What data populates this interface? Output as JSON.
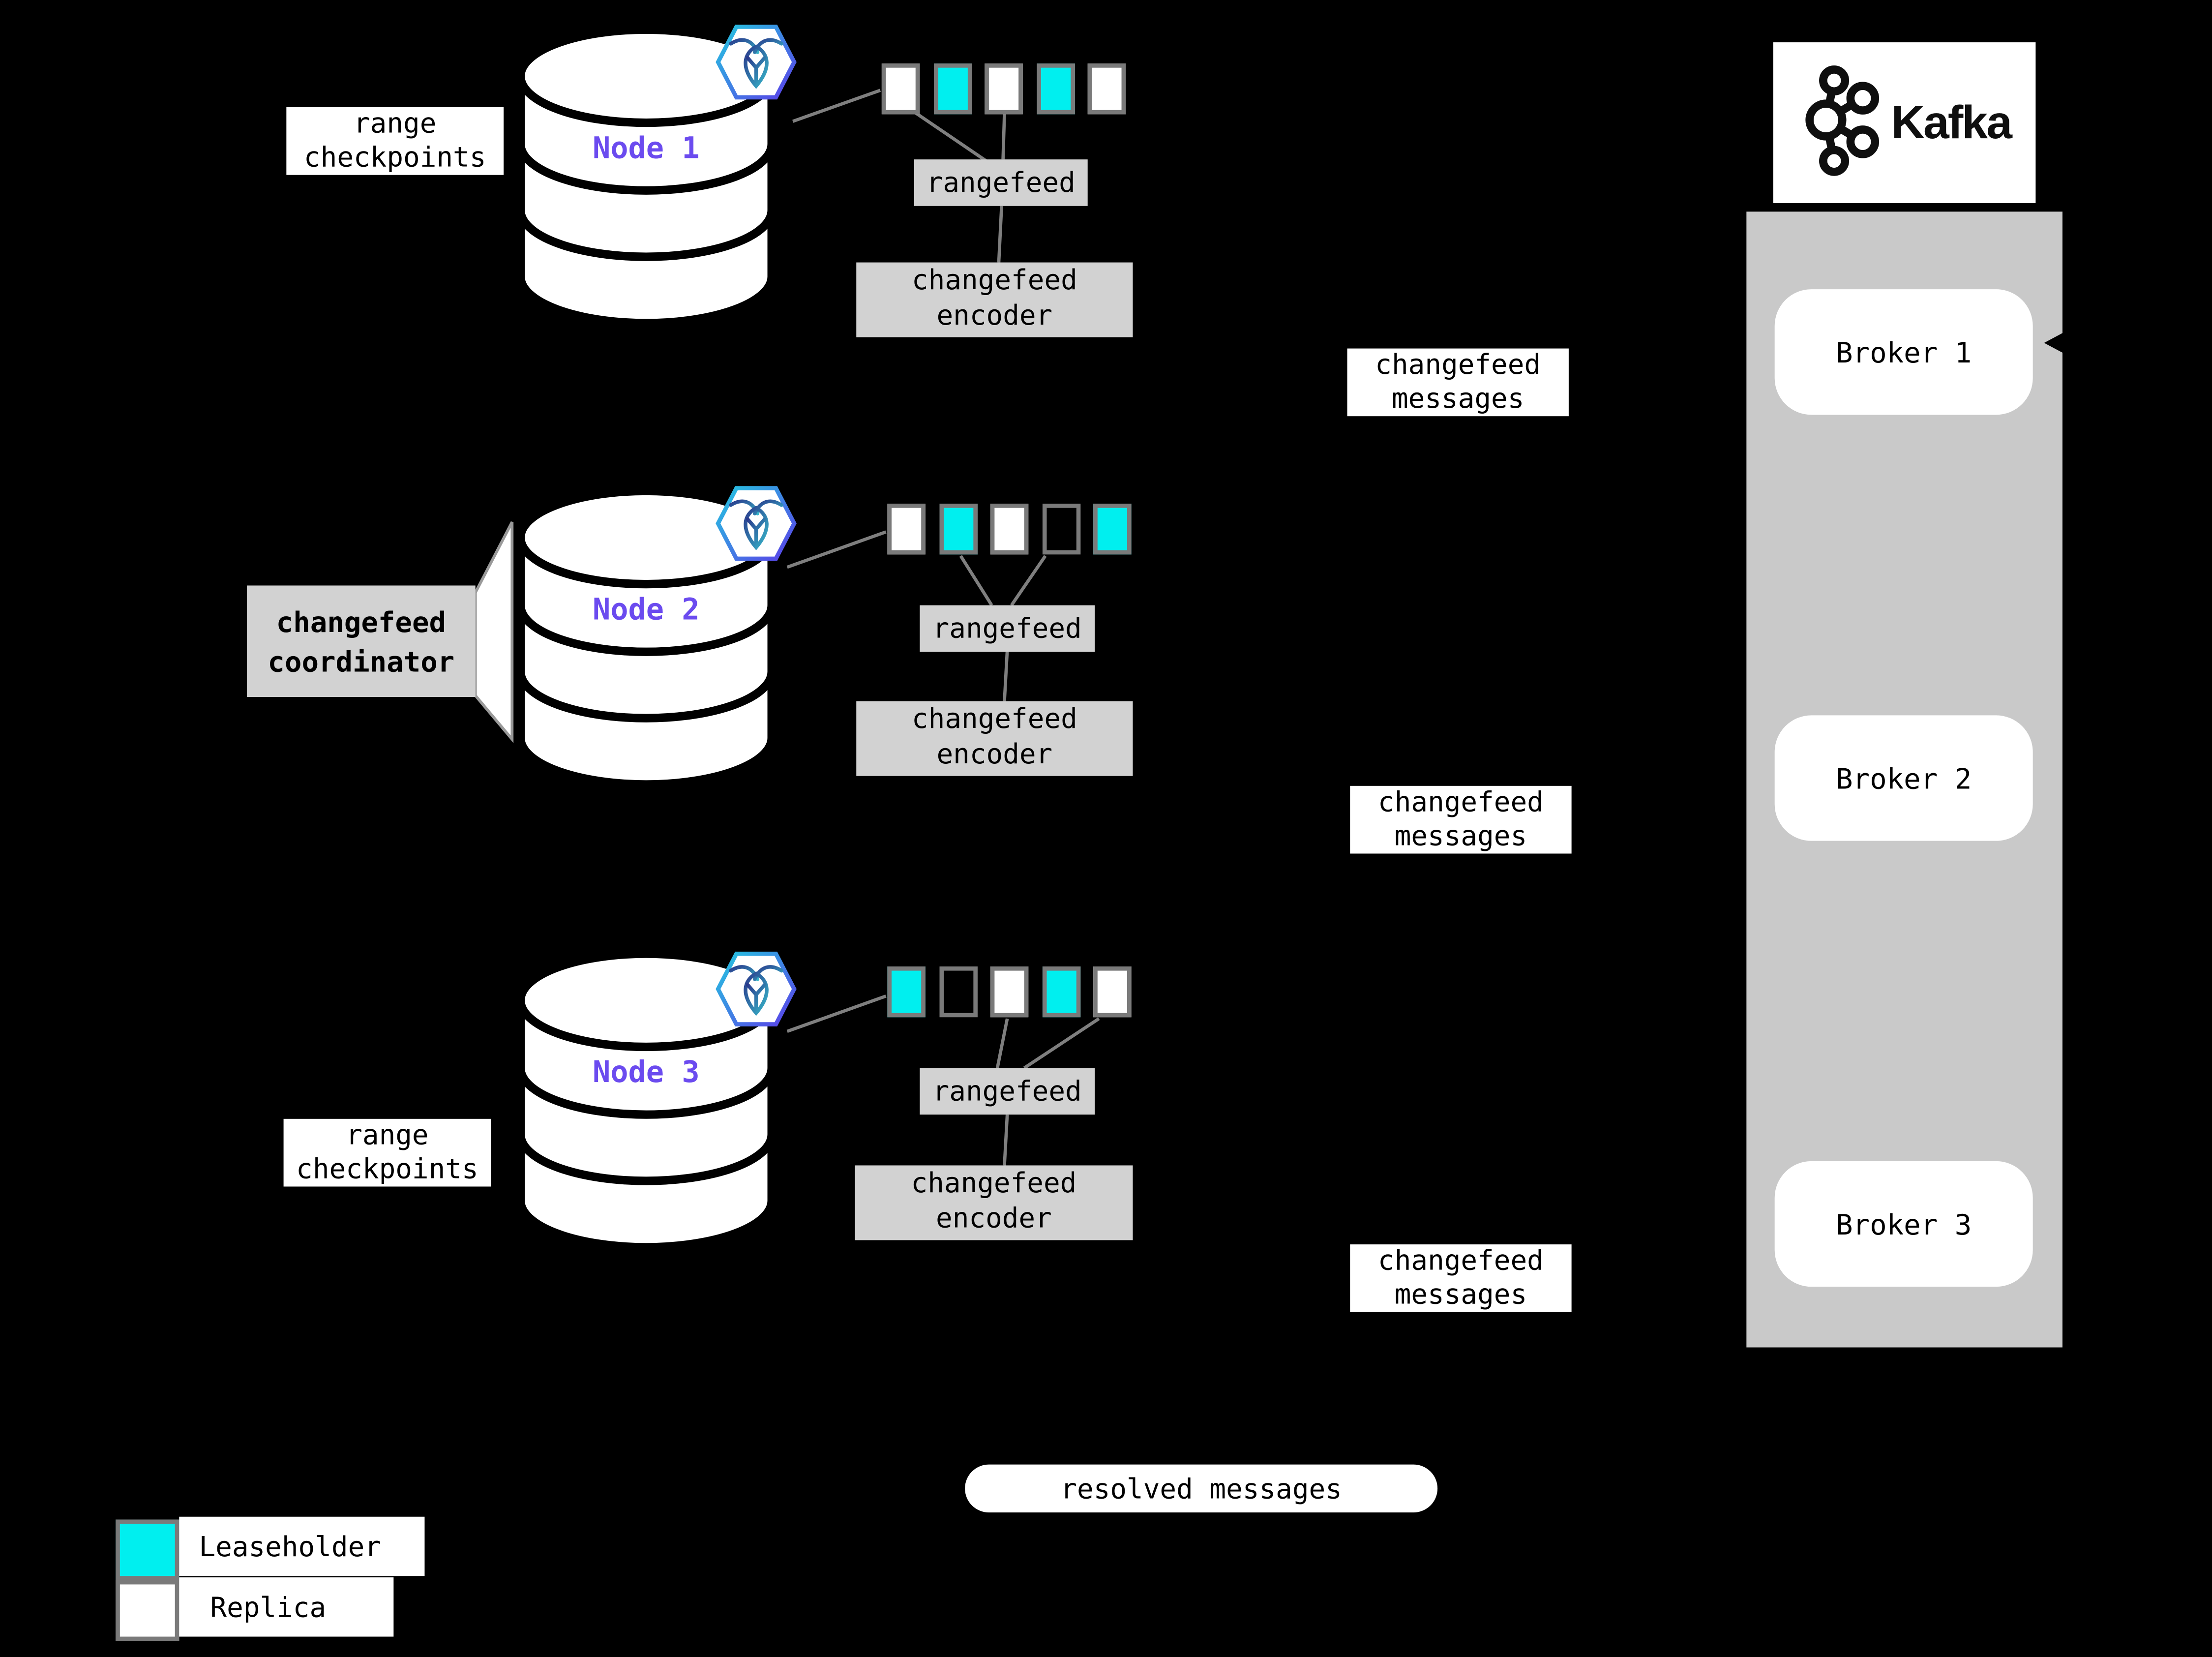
{
  "page": {
    "background": "#000000"
  },
  "colors": {
    "leaseholder": "#00EFEF",
    "replica": "#FFFFFF",
    "empty_range": "#000000",
    "node_label": "#6B4BEF",
    "box_gray": "#D2D2D2",
    "container_gray": "#C9C9C9",
    "line_gray": "#7F7F7F",
    "square_border": "#7A7A7A"
  },
  "nodes": [
    {
      "name": "Node 1",
      "checkpoint_label": "range checkpoints",
      "rangefeed_label": "rangefeed",
      "encoder_label": "changefeed encoder",
      "message_label": "changefeed messages",
      "squares": [
        "replica",
        "leaseholder",
        "replica",
        "leaseholder",
        "replica"
      ]
    },
    {
      "name": "Node 2",
      "coordinator_label": "changefeed coordinator",
      "rangefeed_label": "rangefeed",
      "encoder_label": "changefeed encoder",
      "message_label": "changefeed messages",
      "squares": [
        "replica",
        "leaseholder",
        "replica",
        "empty",
        "leaseholder"
      ]
    },
    {
      "name": "Node 3",
      "checkpoint_label": "range checkpoints",
      "rangefeed_label": "rangefeed",
      "encoder_label": "changefeed encoder",
      "message_label": "changefeed messages",
      "squares": [
        "leaseholder",
        "empty",
        "replica",
        "leaseholder",
        "replica"
      ]
    }
  ],
  "kafka": {
    "brand": "Kafka",
    "brokers": [
      {
        "label": "Broker 1"
      },
      {
        "label": "Broker 2"
      },
      {
        "label": "Broker 3"
      }
    ]
  },
  "resolved": {
    "label": "resolved messages"
  },
  "legend": {
    "items": [
      {
        "label": "Leaseholder",
        "type": "leaseholder"
      },
      {
        "label": "Replica",
        "type": "replica"
      }
    ]
  }
}
